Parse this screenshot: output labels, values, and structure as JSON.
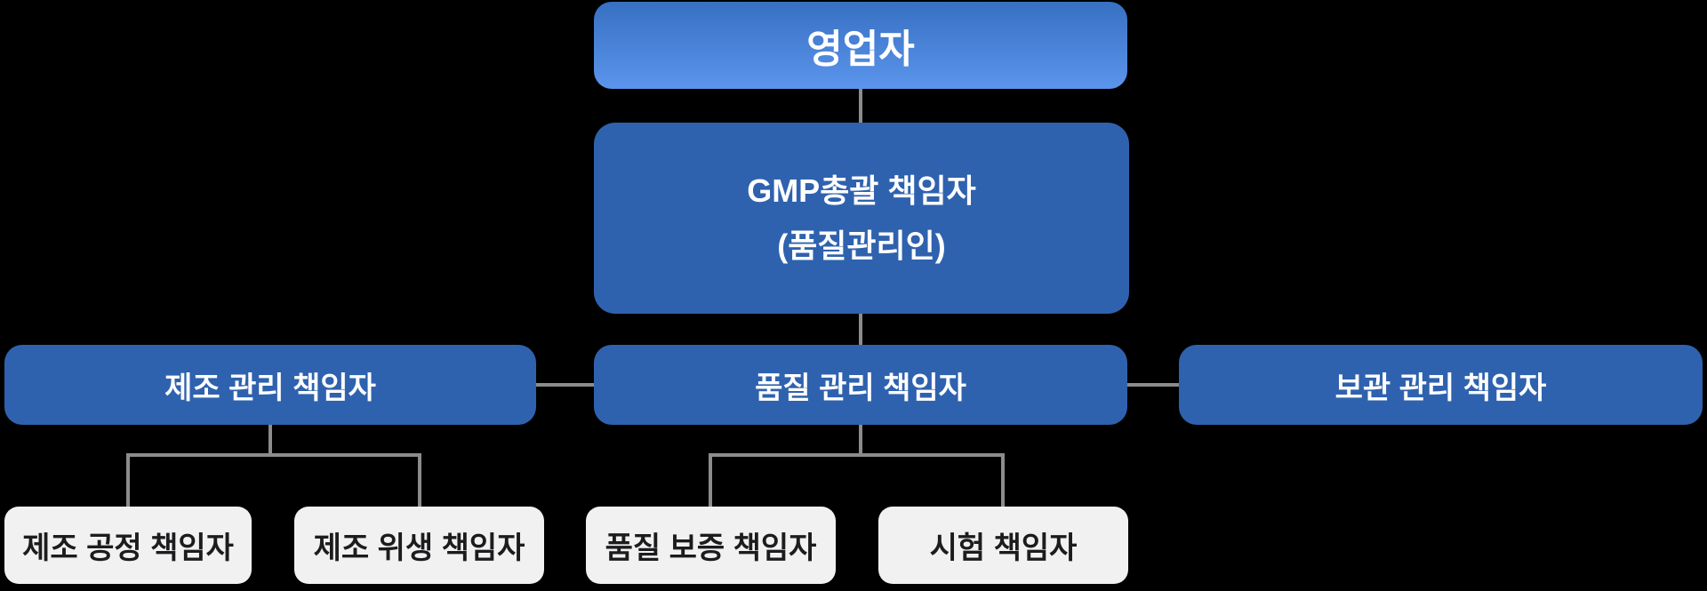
{
  "background_color": "#000000",
  "org_chart": {
    "type": "org-tree",
    "colors": {
      "root_gradient_top": "#3770C2",
      "root_gradient_bottom": "#5B95EC",
      "blue_box": "#2F62AE",
      "light_box": "#F1F1F1",
      "light_box_text": "#1C1C1E",
      "blue_box_text": "#FFFFFF",
      "connector": "#8C8C8C"
    },
    "nodes": {
      "root": {
        "label": "영업자"
      },
      "gmp": {
        "line1": "GMP총괄 책임자",
        "line2": "(품질관리인)"
      },
      "manufacturing": {
        "label": "제조 관리 책임자"
      },
      "quality": {
        "label": "품질 관리 책임자"
      },
      "storage": {
        "label": "보관 관리 책임자"
      },
      "mfg_process": {
        "label": "제조 공정 책임자"
      },
      "mfg_hygiene": {
        "label": "제조 위생 책임자"
      },
      "quality_assurance": {
        "label": "품질 보증 책임자"
      },
      "testing": {
        "label": "시험 책임자"
      }
    }
  }
}
